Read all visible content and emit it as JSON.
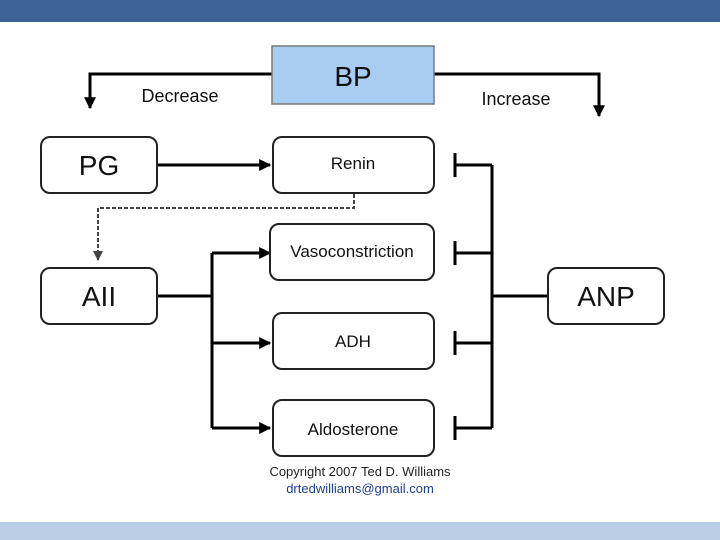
{
  "nodes": {
    "bp": "BP",
    "pg": "PG",
    "renin": "Renin",
    "vasoconstriction": "Vasoconstriction",
    "adh": "ADH",
    "aldosterone": "Aldosterone",
    "aii": "AII",
    "anp": "ANP"
  },
  "edge_labels": {
    "decrease": "Decrease",
    "increase": "Increase"
  },
  "credit": {
    "copyright": "Copyright 2007 Ted D. Williams",
    "email": "drtedwilliams@gmail.com"
  },
  "colors": {
    "header_bar": "#3b6494",
    "footer_bar": "#b9cfe6",
    "bp_box_fill": "#a9cdf2"
  }
}
